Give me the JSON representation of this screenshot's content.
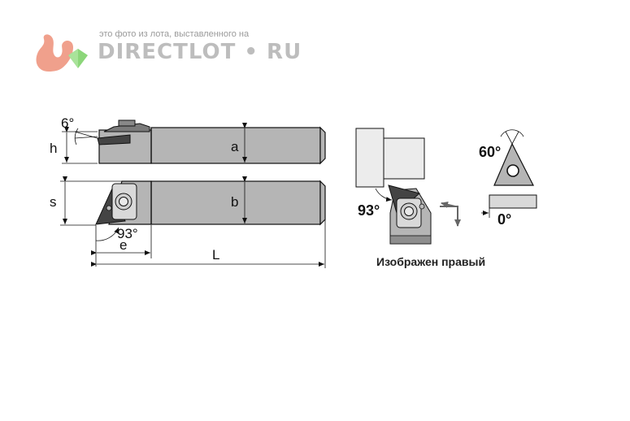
{
  "watermark": {
    "tagline": "это фото из лота, выставленного на",
    "brand": "DIRECTLOT • RU",
    "logo_icon": "squirrel-gem-icon",
    "colors": {
      "squirrel": "#f0a08c",
      "gem": "#8cd67a",
      "text": "#bdbdbd"
    }
  },
  "side_view": {
    "angle_top": "6°",
    "height_label": "h",
    "shank_label": "a"
  },
  "top_view": {
    "width_label": "s",
    "shank_label": "b",
    "angle_label": "93°",
    "offset_label": "e",
    "length_label": "L"
  },
  "schematic": {
    "angle_label": "93°",
    "caption": "Изображен правый"
  },
  "insert": {
    "angle_label": "60°",
    "clearance_label": "0°"
  },
  "colors": {
    "body_fill": "#b5b5b5",
    "insert_fill": "#444444",
    "line": "#111111",
    "arrow": "#666666"
  }
}
